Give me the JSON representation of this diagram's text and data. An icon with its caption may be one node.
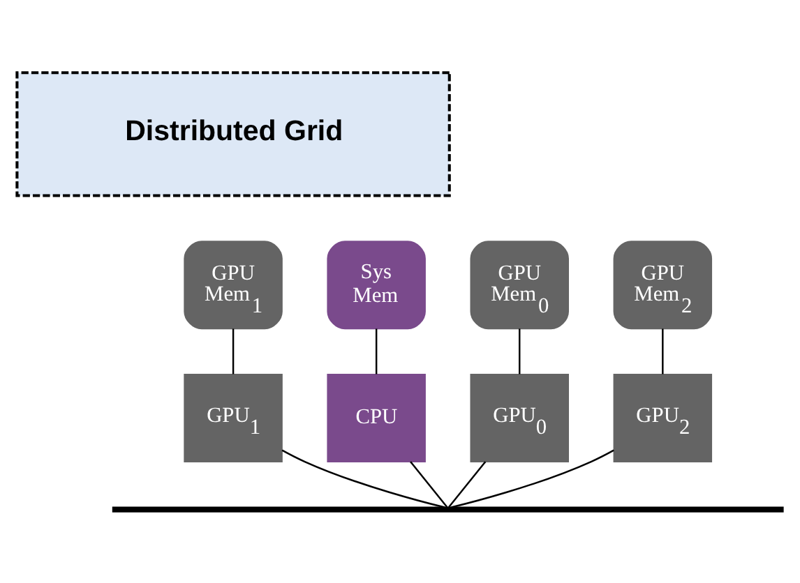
{
  "diagram": {
    "nodes": [
      {
        "text": [
          "Distributed Grid"
        ]
      },
      {
        "text": [
          "Sys Mem"
        ]
      },
      {
        "text": [
          "GPU Mem$_{0}$"
        ]
      },
      {
        "text": [
          "GPU Mem$_{1}$"
        ]
      },
      {
        "text": [
          "GPU Mem$_{2}$"
        ]
      },
      {
        "text": [
          "CPU"
        ]
      },
      {
        "text": [
          "GPU$_{0}$"
        ]
      },
      {
        "text": [
          "GPU$_{1}$"
        ]
      },
      {
        "text": [
          "GPU$_{2}$"
        ]
      },
      {
        "text": [],
        "shape": "bar"
      }
    ],
    "edges": [
      {
        "from": 1,
        "to": 5,
        "arrow": "none"
      },
      {
        "from": 2,
        "to": 6,
        "arrow": "none"
      },
      {
        "from": 3,
        "to": 7,
        "arrow": "none"
      },
      {
        "from": 4,
        "to": 8,
        "arrow": "none"
      },
      {
        "from": 5,
        "to": 9,
        "arrow": "none"
      },
      {
        "from": 6,
        "to": 9,
        "arrow": "none"
      },
      {
        "from": 7,
        "to": 9,
        "arrow": "none"
      },
      {
        "from": 8,
        "to": 9,
        "arrow": "none"
      }
    ]
  }
}
